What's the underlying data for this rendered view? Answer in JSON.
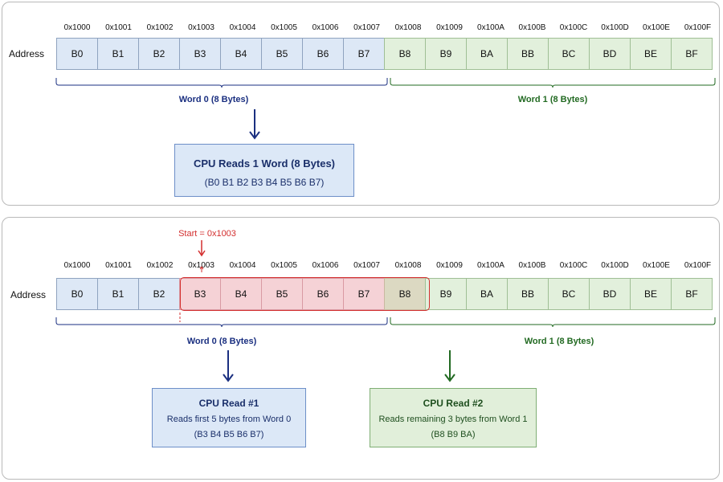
{
  "addresses": [
    "0x1000",
    "0x1001",
    "0x1002",
    "0x1003",
    "0x1004",
    "0x1005",
    "0x1006",
    "0x1007",
    "0x1008",
    "0x1009",
    "0x100A",
    "0x100B",
    "0x100C",
    "0x100D",
    "0x100E",
    "0x100F"
  ],
  "bytes": [
    "B0",
    "B1",
    "B2",
    "B3",
    "B4",
    "B5",
    "B6",
    "B7",
    "B8",
    "B9",
    "BA",
    "BB",
    "BC",
    "BD",
    "BE",
    "BF"
  ],
  "top": {
    "row_label": "Address",
    "word0_label": "Word 0 (8 Bytes)",
    "word1_label": "Word 1 (8 Bytes)",
    "read_box": {
      "title": "CPU Reads 1 Word (8 Bytes)",
      "detail": "(B0 B1 B2 B3 B4 B5 B6 B7)"
    }
  },
  "bottom": {
    "row_label": "Address",
    "start_label": "Start = 0x1003",
    "word0_label": "Word 0 (8 Bytes)",
    "word1_label": "Word 1 (8 Bytes)",
    "read1": {
      "title": "CPU Read #1",
      "line1": "Reads first 5 bytes from Word 0",
      "line2": "(B3 B4 B5 B6 B7)"
    },
    "read2": {
      "title": "CPU Read #2",
      "line1": "Reads remaining 3 bytes from Word 1",
      "line2": "(B8 B9 BA)"
    }
  },
  "colors": {
    "word0": "#dde8f6",
    "word1": "#e2f0dc",
    "selected": "#f5d2d6",
    "highlight": "#d32f2f",
    "blue_text": "#1a2f80",
    "green_text": "#226a22"
  }
}
